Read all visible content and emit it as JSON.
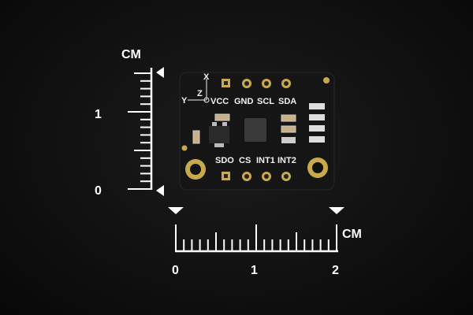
{
  "ruler_vertical": {
    "unit": "CM",
    "labels": [
      "0",
      "1"
    ]
  },
  "ruler_horizontal": {
    "unit": "CM",
    "labels": [
      "0",
      "1",
      "2"
    ]
  },
  "board": {
    "top_pins": [
      "VCC",
      "GND",
      "SCL",
      "SDA"
    ],
    "bottom_pins": [
      "SDO",
      "CS",
      "INT1",
      "INT2"
    ],
    "axes": {
      "x": "X",
      "y": "Y",
      "z": "Z"
    },
    "colors": {
      "pcb": "#141414",
      "gold": "#c9a94a",
      "silkscreen": "#f2f2f2"
    }
  }
}
